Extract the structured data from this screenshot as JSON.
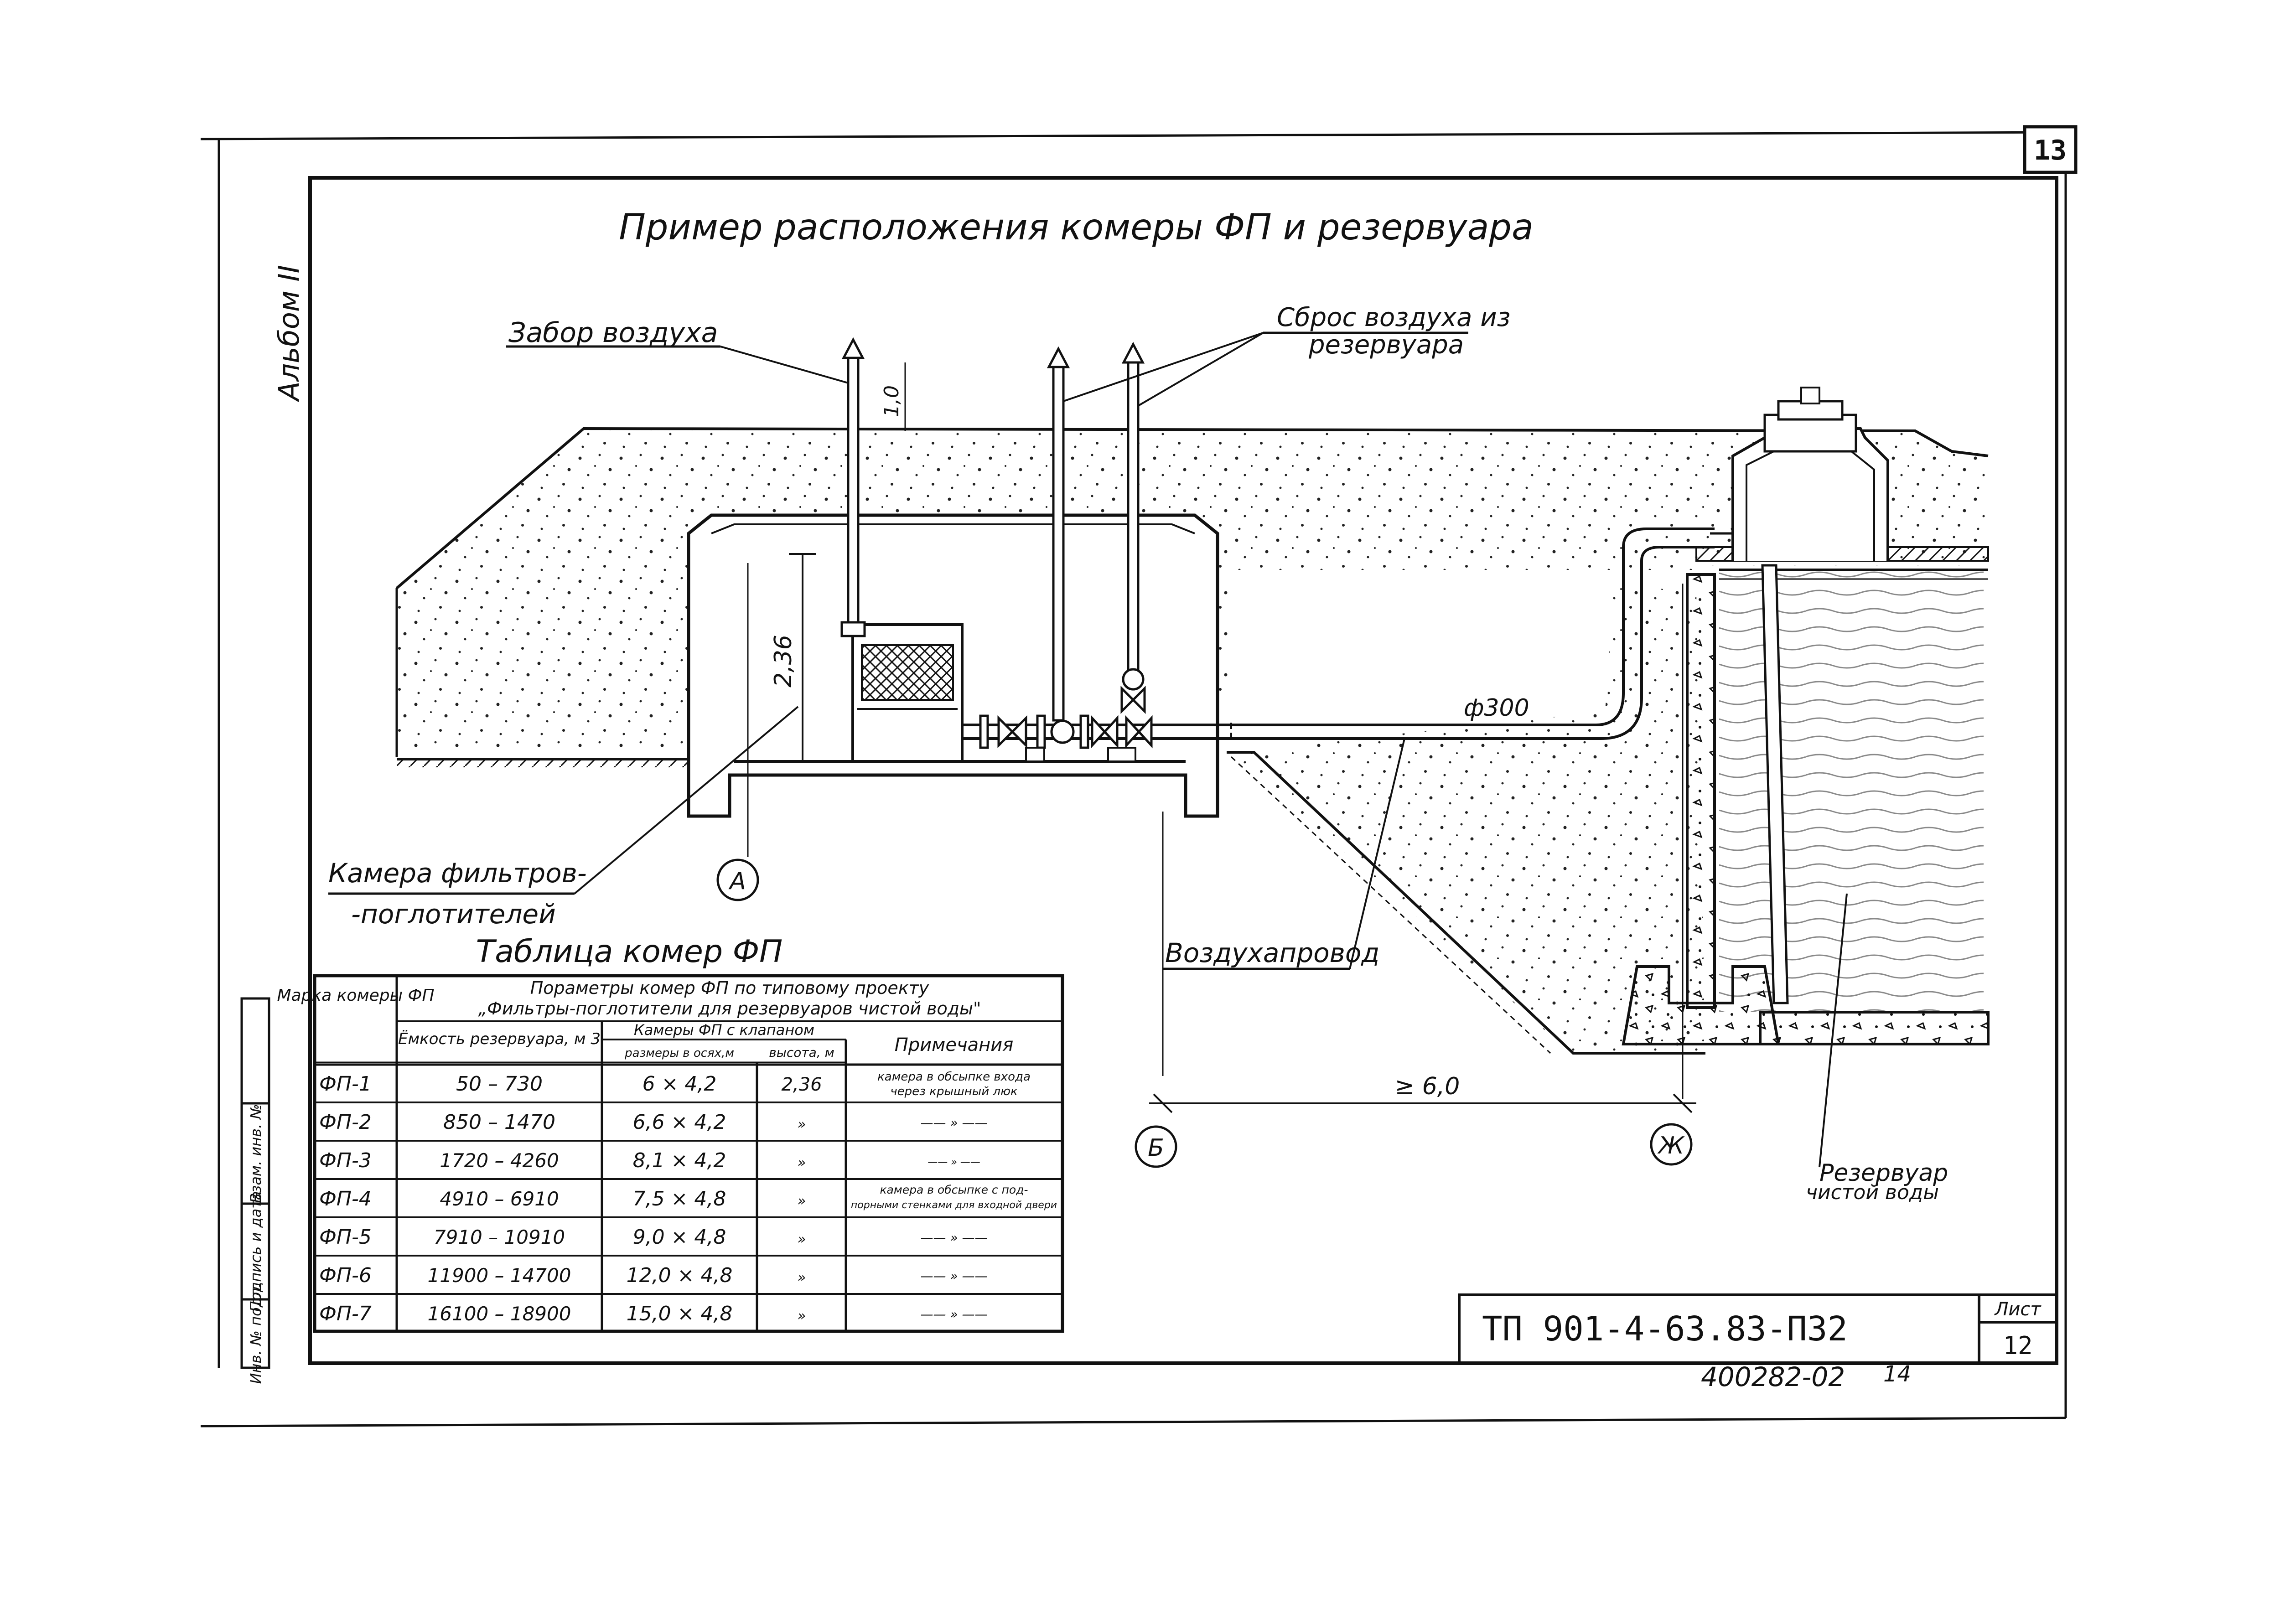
{
  "page_number": "13",
  "album_label": "Альбом II",
  "title": "Пример расположения комеры ФП и резервуара",
  "labels": {
    "air_intake": "Забор воздуха",
    "air_release_line1": "Сброс воздуха из",
    "air_release_line2": "резервуара",
    "chamber_line1": "Камера фильтров-",
    "chamber_line2": "-поглотителей",
    "air_duct": "Воздухапровод",
    "reservoir_line1": "Резервуар",
    "reservoir_line2": "чистой воды",
    "diameter": "ф300",
    "height_dim": "2,36",
    "stack_dim": "1,0",
    "distance_dim": "≥ 6,0",
    "axis_a": "А",
    "axis_b": "Б",
    "axis_zh": "Ж"
  },
  "table": {
    "title": "Таблица комер ФП",
    "head": {
      "mark": "Марка комеры ФП",
      "params_line1": "Пораметры комер ФП по типовому проекту",
      "params_line2": "„Фильтры-поглотители для резервуаров чистой воды\"",
      "capacity": "Ёмкость резервуара, м 3",
      "chamber_valve": "Камеры ФП с клапаном",
      "sizes": "размеры в осях,м",
      "height": "высота, м",
      "notes": "Примечания"
    },
    "rows": [
      {
        "mark": "ФП-1",
        "capacity": "50 – 730",
        "size": "6 × 4,2",
        "height": "2,36",
        "note1": "камера в обсыпке входа",
        "note2": "через крышный люк"
      },
      {
        "mark": "ФП-2",
        "capacity": "850 – 1470",
        "size": "6,6 × 4,2",
        "height": "»",
        "note1": "—— » ——",
        "note2": ""
      },
      {
        "mark": "ФП-3",
        "capacity": "1720 – 4260",
        "size": "8,1 × 4,2",
        "height": "»",
        "note1": "—— » ——",
        "note2": ""
      },
      {
        "mark": "ФП-4",
        "capacity": "4910 – 6910",
        "size": "7,5 × 4,8",
        "height": "»",
        "note1": "камера в обсыпке с под-",
        "note2": "порными стенками для входной двери"
      },
      {
        "mark": "ФП-5",
        "capacity": "7910 – 10910",
        "size": "9,0 × 4,8",
        "height": "»",
        "note1": "—— » ——",
        "note2": ""
      },
      {
        "mark": "ФП-6",
        "capacity": "11900 – 14700",
        "size": "12,0 × 4,8",
        "height": "»",
        "note1": "—— » ——",
        "note2": ""
      },
      {
        "mark": "ФП-7",
        "capacity": "16100 – 18900",
        "size": "15,0 × 4,8",
        "height": "»",
        "note1": "—— » ——",
        "note2": ""
      }
    ]
  },
  "side_stamp": [
    "Инв. № подл.",
    "Подпись и дата",
    "Взам. инв. №"
  ],
  "stamp": {
    "code": "ТП 901-4-63.83-ПЗ2",
    "sheet_label": "Лист",
    "sheet_number": "12"
  },
  "footer_code": "400282-02",
  "footer_page": "14"
}
